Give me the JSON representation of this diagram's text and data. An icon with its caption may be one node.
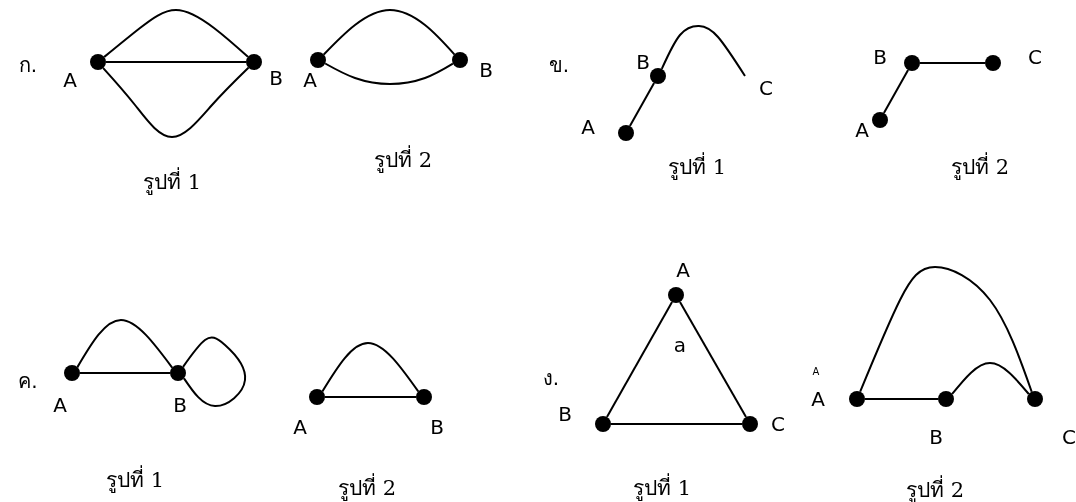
{
  "diagram": {
    "nodes": [
      {
        "text": [],
        "shape": "circle",
        "beside": [
          "A"
        ]
      },
      {
        "text": [],
        "shape": "circle",
        "beside": [
          "B"
        ]
      },
      {
        "text": [],
        "shape": "circle",
        "beside": [
          "A"
        ]
      },
      {
        "text": [],
        "shape": "circle",
        "beside": [
          "B"
        ]
      },
      {
        "text": [],
        "shape": "circle",
        "beside": [
          "A"
        ]
      },
      {
        "text": [],
        "shape": "circle",
        "beside": [
          "B"
        ]
      },
      {
        "text": [],
        "shape": "circle",
        "beside": [
          "A"
        ]
      },
      {
        "text": [],
        "shape": "circle",
        "beside": [
          "B"
        ]
      },
      {
        "text": [],
        "shape": "circle",
        "beside": [
          "C"
        ]
      },
      {
        "text": [],
        "shape": "circle",
        "beside": [
          "A"
        ]
      },
      {
        "text": [],
        "shape": "circle",
        "beside": [
          "B"
        ]
      },
      {
        "text": [],
        "shape": "circle",
        "beside": [
          "A"
        ]
      },
      {
        "text": [],
        "shape": "circle",
        "beside": [
          "B"
        ]
      },
      {
        "text": [],
        "shape": "circle",
        "beside": [
          "A"
        ]
      },
      {
        "text": [],
        "shape": "circle",
        "beside": [
          "B"
        ]
      },
      {
        "text": [],
        "shape": "circle",
        "beside": [
          "C"
        ]
      },
      {
        "text": [],
        "shape": "circle",
        "beside": [
          "A"
        ]
      },
      {
        "text": [],
        "shape": "circle",
        "beside": [
          "B"
        ]
      },
      {
        "text": [],
        "shape": "circle",
        "beside": [
          "C"
        ]
      }
    ],
    "edges": [
      {
        "from": 0,
        "to": 1,
        "arrow": "none"
      },
      {
        "from": 0,
        "to": 1,
        "arrow": "none"
      },
      {
        "from": 0,
        "to": 1,
        "arrow": "none"
      },
      {
        "from": 2,
        "to": 3,
        "arrow": "none"
      },
      {
        "from": 2,
        "to": 3,
        "arrow": "none"
      },
      {
        "from": 4,
        "to": 5,
        "arrow": "none"
      },
      {
        "from": 5,
        "to": null,
        "arrow": "none"
      },
      {
        "from": 6,
        "to": 7,
        "arrow": "none"
      },
      {
        "from": 7,
        "to": 8,
        "arrow": "none"
      },
      {
        "from": 9,
        "to": 10,
        "arrow": "none"
      },
      {
        "from": 9,
        "to": 10,
        "arrow": "none"
      },
      {
        "from": 10,
        "to": 10,
        "arrow": "none"
      },
      {
        "from": 11,
        "to": 12,
        "arrow": "none"
      },
      {
        "from": 11,
        "to": 12,
        "arrow": "none"
      },
      {
        "from": 13,
        "to": 14,
        "arrow": "none"
      },
      {
        "from": 13,
        "to": 15,
        "arrow": "none"
      },
      {
        "from": 14,
        "to": 15,
        "arrow": "none"
      },
      {
        "from": 16,
        "to": 17,
        "arrow": "none"
      },
      {
        "from": 17,
        "to": 18,
        "arrow": "none"
      },
      {
        "from": 16,
        "to": 18,
        "arrow": "none"
      }
    ],
    "labels": [
      "ก.",
      "ข.",
      "C",
      "รูปที่ 1",
      "รูปที่ 2",
      "รูปที่ 1",
      "รูปที่ 2",
      "ค.",
      "ง.",
      "a",
      "A",
      "รูปที่ 1",
      "รูปที่ 2",
      "รูปที่ 1",
      "รูปที่ 2"
    ]
  }
}
